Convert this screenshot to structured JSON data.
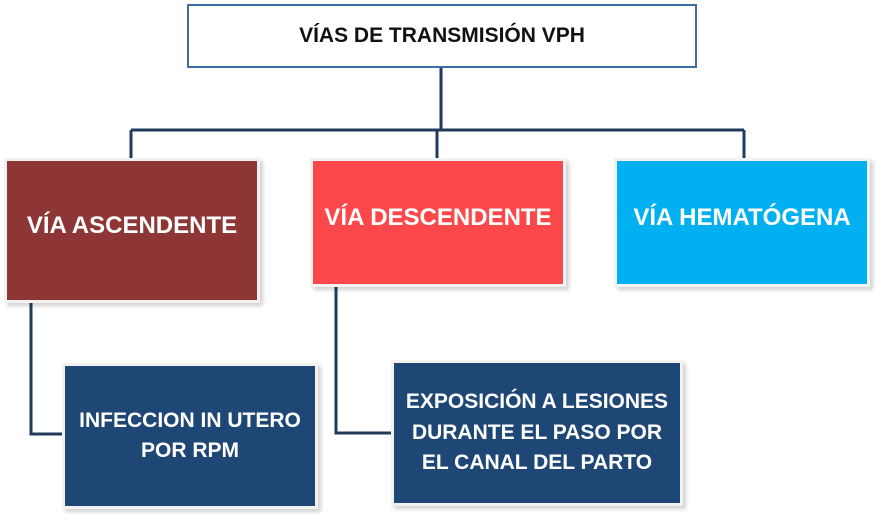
{
  "diagram": {
    "root": {
      "label": "VÍAS DE TRANSMISIÓN VPH"
    },
    "branches": [
      {
        "label": "VÍA ASCENDENTE",
        "color": "#8e3535"
      },
      {
        "label": "VÍA DESCENDENTE",
        "color": "#fc474b"
      },
      {
        "label": "VÍA HEMATÓGENA",
        "color": "#00b0f0"
      }
    ],
    "leaves": [
      {
        "parent": "VÍA ASCENDENTE",
        "lines": [
          "INFECCION IN UTERO",
          "POR RPM"
        ]
      },
      {
        "parent": "VÍA DESCENDENTE",
        "lines": [
          "EXPOSICIÓN A LESIONES",
          "DURANTE EL PASO POR",
          "EL CANAL DEL PARTO"
        ]
      }
    ],
    "connector_color": "#1f3b5c",
    "leaf_color": "#1f4775"
  }
}
